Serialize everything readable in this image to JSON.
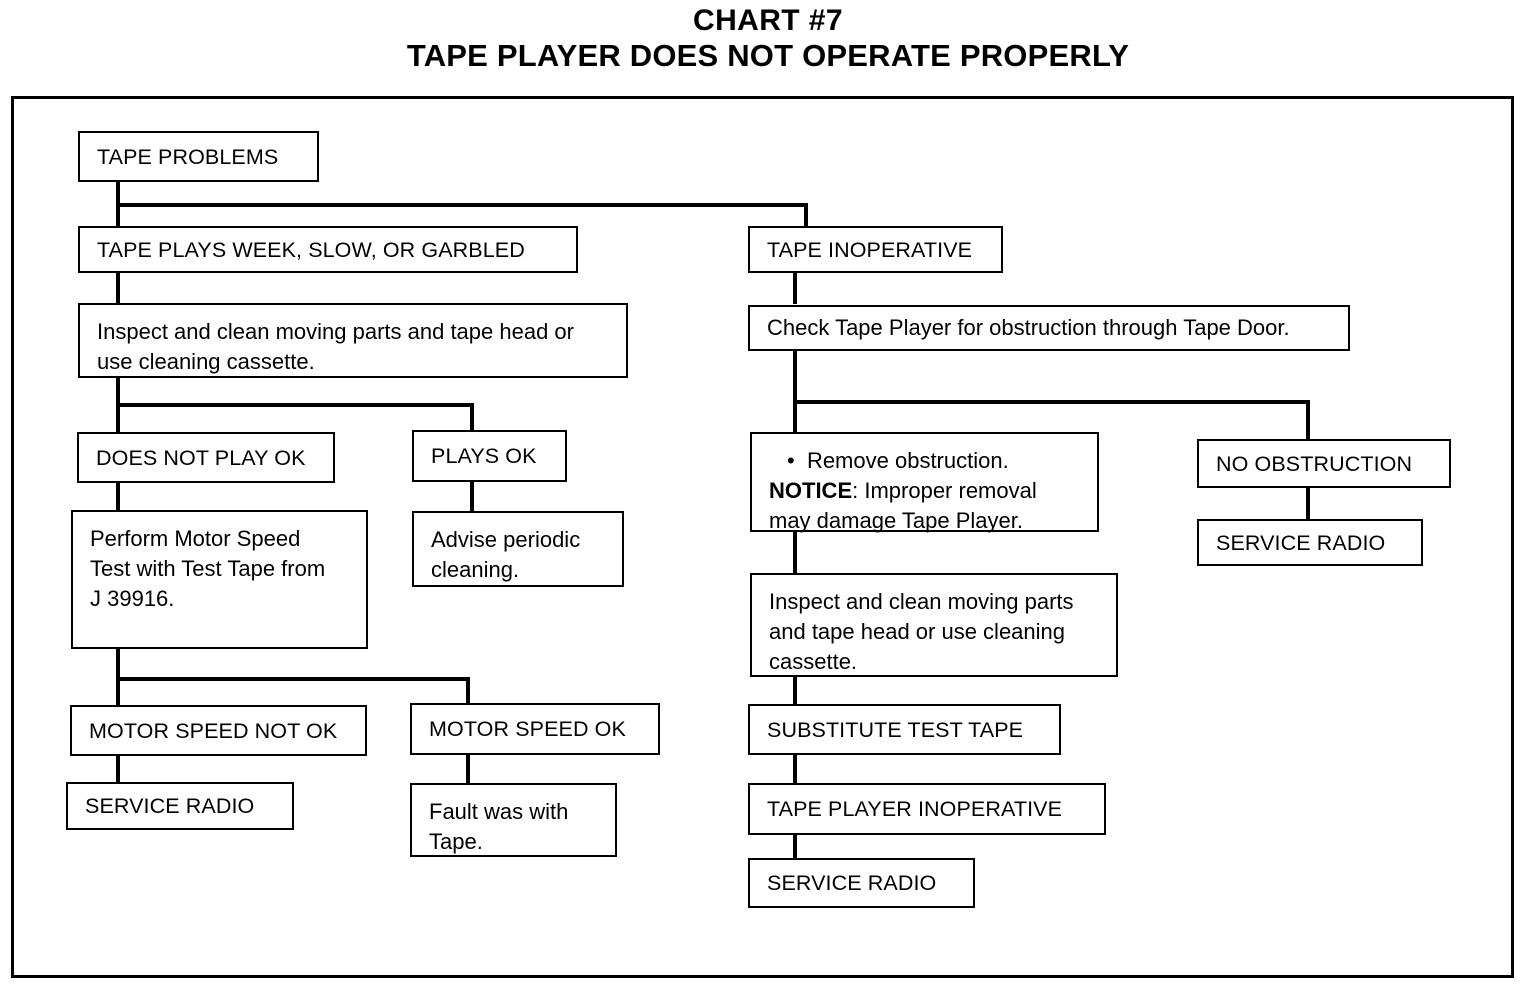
{
  "title": {
    "line1": "CHART #7",
    "line2": "TAPE PLAYER DOES NOT OPERATE PROPERLY"
  },
  "chart_data": {
    "type": "diagram",
    "diagram_type": "flowchart",
    "title": "CHART #7 — TAPE PLAYER DOES NOT OPERATE PROPERLY",
    "nodes": [
      {
        "id": "tape_problems",
        "label": "TAPE PROBLEMS"
      },
      {
        "id": "tape_plays_week",
        "label": "TAPE PLAYS WEEK, SLOW, OR GARBLED"
      },
      {
        "id": "tape_inoperative",
        "label": "TAPE INOPERATIVE"
      },
      {
        "id": "inspect_clean_left",
        "label": "Inspect and clean moving parts and tape head or use cleaning cassette."
      },
      {
        "id": "check_tape_door",
        "label": "Check Tape Player for obstruction through Tape Door."
      },
      {
        "id": "does_not_play_ok",
        "label": "DOES NOT PLAY OK"
      },
      {
        "id": "plays_ok",
        "label": "PLAYS OK"
      },
      {
        "id": "remove_obstruction",
        "label": "Remove obstruction. NOTICE: Improper removal may damage Tape Player."
      },
      {
        "id": "no_obstruction",
        "label": "NO OBSTRUCTION"
      },
      {
        "id": "perform_motor_test",
        "label": "Perform Motor Speed Test with Test Tape from J 39916."
      },
      {
        "id": "advise_cleaning",
        "label": "Advise periodic cleaning."
      },
      {
        "id": "service_radio_right",
        "label": "SERVICE RADIO"
      },
      {
        "id": "inspect_clean_right",
        "label": "Inspect and clean moving parts and tape head or use cleaning cassette."
      },
      {
        "id": "motor_speed_not_ok",
        "label": "MOTOR SPEED NOT OK"
      },
      {
        "id": "motor_speed_ok",
        "label": "MOTOR SPEED OK"
      },
      {
        "id": "substitute_test_tape",
        "label": "SUBSTITUTE TEST TAPE"
      },
      {
        "id": "service_radio_left",
        "label": "SERVICE RADIO"
      },
      {
        "id": "fault_with_tape",
        "label": "Fault was with Tape."
      },
      {
        "id": "tape_player_inop",
        "label": "TAPE PLAYER INOPERATIVE"
      },
      {
        "id": "service_radio_bottom",
        "label": "SERVICE RADIO"
      }
    ],
    "edges": [
      {
        "from": "tape_problems",
        "to": "tape_plays_week"
      },
      {
        "from": "tape_problems",
        "to": "tape_inoperative"
      },
      {
        "from": "tape_plays_week",
        "to": "inspect_clean_left"
      },
      {
        "from": "inspect_clean_left",
        "to": "does_not_play_ok"
      },
      {
        "from": "inspect_clean_left",
        "to": "plays_ok"
      },
      {
        "from": "does_not_play_ok",
        "to": "perform_motor_test"
      },
      {
        "from": "plays_ok",
        "to": "advise_cleaning"
      },
      {
        "from": "perform_motor_test",
        "to": "motor_speed_not_ok"
      },
      {
        "from": "perform_motor_test",
        "to": "motor_speed_ok"
      },
      {
        "from": "motor_speed_not_ok",
        "to": "service_radio_left"
      },
      {
        "from": "motor_speed_ok",
        "to": "fault_with_tape"
      },
      {
        "from": "tape_inoperative",
        "to": "check_tape_door"
      },
      {
        "from": "check_tape_door",
        "to": "remove_obstruction"
      },
      {
        "from": "check_tape_door",
        "to": "no_obstruction"
      },
      {
        "from": "no_obstruction",
        "to": "service_radio_right"
      },
      {
        "from": "remove_obstruction",
        "to": "inspect_clean_right"
      },
      {
        "from": "inspect_clean_right",
        "to": "substitute_test_tape"
      },
      {
        "from": "substitute_test_tape",
        "to": "tape_player_inop"
      },
      {
        "from": "tape_player_inop",
        "to": "service_radio_bottom"
      }
    ]
  },
  "boxes": {
    "tape_problems": "TAPE PROBLEMS",
    "tape_plays_week": "TAPE PLAYS WEEK, SLOW, OR GARBLED",
    "tape_inoperative": "TAPE INOPERATIVE",
    "inspect_clean_left_l1": "Inspect and clean moving parts and tape head or",
    "inspect_clean_left_l2": "use cleaning cassette.",
    "check_tape_door": "Check Tape Player for obstruction through Tape Door.",
    "does_not_play_ok": "DOES NOT PLAY OK",
    "plays_ok": "PLAYS OK",
    "remove_obstruction_bullet": "Remove obstruction.",
    "remove_obstruction_notice_label": "NOTICE",
    "remove_obstruction_notice_l1": ":  Improper removal",
    "remove_obstruction_notice_l2": "may damage Tape Player.",
    "no_obstruction": "NO OBSTRUCTION",
    "perform_motor_test_l1": "Perform Motor Speed",
    "perform_motor_test_l2": "Test with Test Tape from",
    "perform_motor_test_l3": "J 39916.",
    "advise_cleaning_l1": "Advise periodic",
    "advise_cleaning_l2": "cleaning.",
    "service_radio_right": "SERVICE RADIO",
    "inspect_clean_right_l1": "Inspect and clean moving parts",
    "inspect_clean_right_l2": "and tape head or use cleaning",
    "inspect_clean_right_l3": "cassette.",
    "motor_speed_not_ok": "MOTOR SPEED NOT OK",
    "motor_speed_ok": "MOTOR SPEED OK",
    "substitute_test_tape": "SUBSTITUTE TEST TAPE",
    "service_radio_left": "SERVICE RADIO",
    "fault_with_tape_l1": "Fault was with",
    "fault_with_tape_l2": "Tape.",
    "tape_player_inop": "TAPE PLAYER INOPERATIVE",
    "service_radio_bottom": "SERVICE RADIO"
  },
  "colors": {
    "ink": "#000000",
    "paper": "#ffffff"
  }
}
